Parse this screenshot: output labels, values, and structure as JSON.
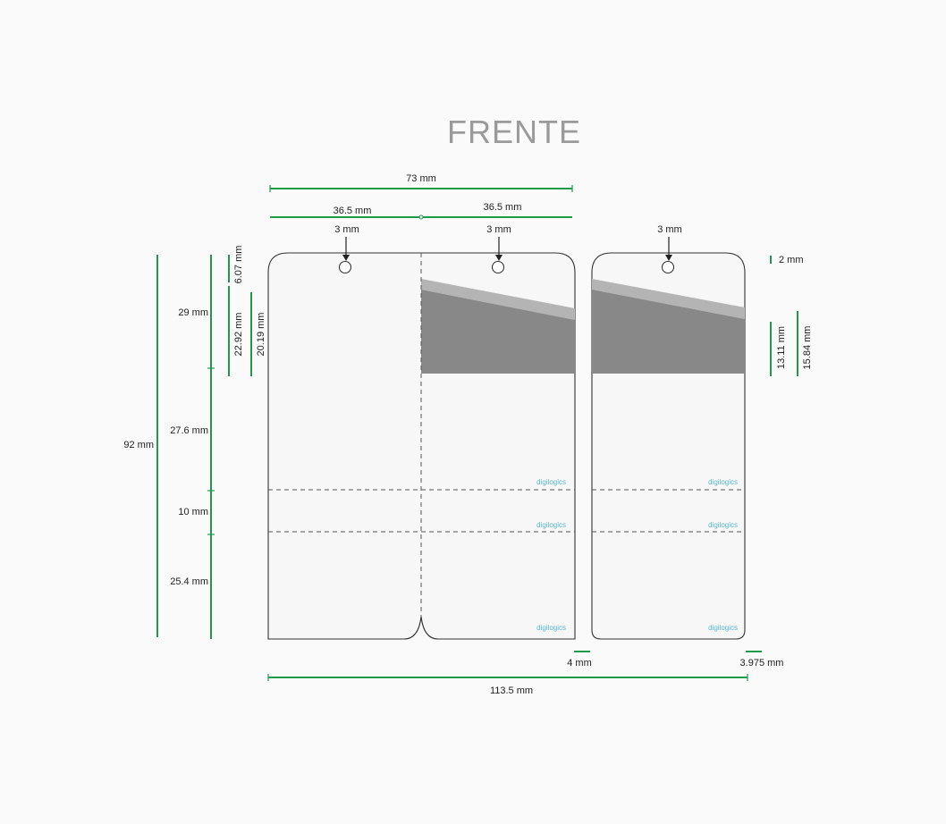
{
  "title": "FRENTE",
  "brand": "digilogics",
  "dims": {
    "total_width_top": "73 mm",
    "half_left": "36.5 mm",
    "half_right": "36.5 mm",
    "hole_a": "3 mm",
    "hole_b": "3 mm",
    "hole_c": "3 mm",
    "gap_top": "2 mm",
    "total_height": "92 mm",
    "seg1": "29 mm",
    "seg2": "27.6 mm",
    "seg3": "10 mm",
    "seg4": "25.4 mm",
    "v_a": "6.07 mm",
    "v_b": "22.92 mm",
    "v_c": "20.19 mm",
    "v_d": "13.11 mm",
    "v_e": "15.84 mm",
    "gap_bottom": "4 mm",
    "margin_right": "3.975 mm",
    "total_width_bottom": "113.5 mm"
  },
  "colors": {
    "dimension_line": "#1f9a4a",
    "title": "#9a9a9a",
    "brand": "#5ab8d6",
    "dark_band": "#888888",
    "light_band": "#b4b4b4"
  }
}
